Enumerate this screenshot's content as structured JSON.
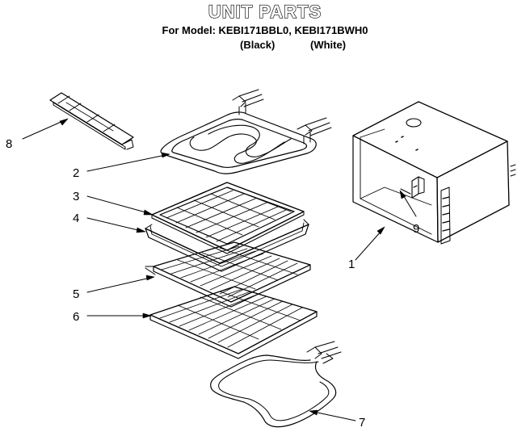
{
  "header": {
    "title": "UNIT PARTS",
    "subtitle": "For Model: KEBI171BBL0, KEBI171BWH0",
    "variant_black": "(Black)",
    "variant_white": "(White)"
  },
  "callouts": [
    "1",
    "2",
    "3",
    "4",
    "5",
    "6",
    "7",
    "8",
    "9"
  ]
}
